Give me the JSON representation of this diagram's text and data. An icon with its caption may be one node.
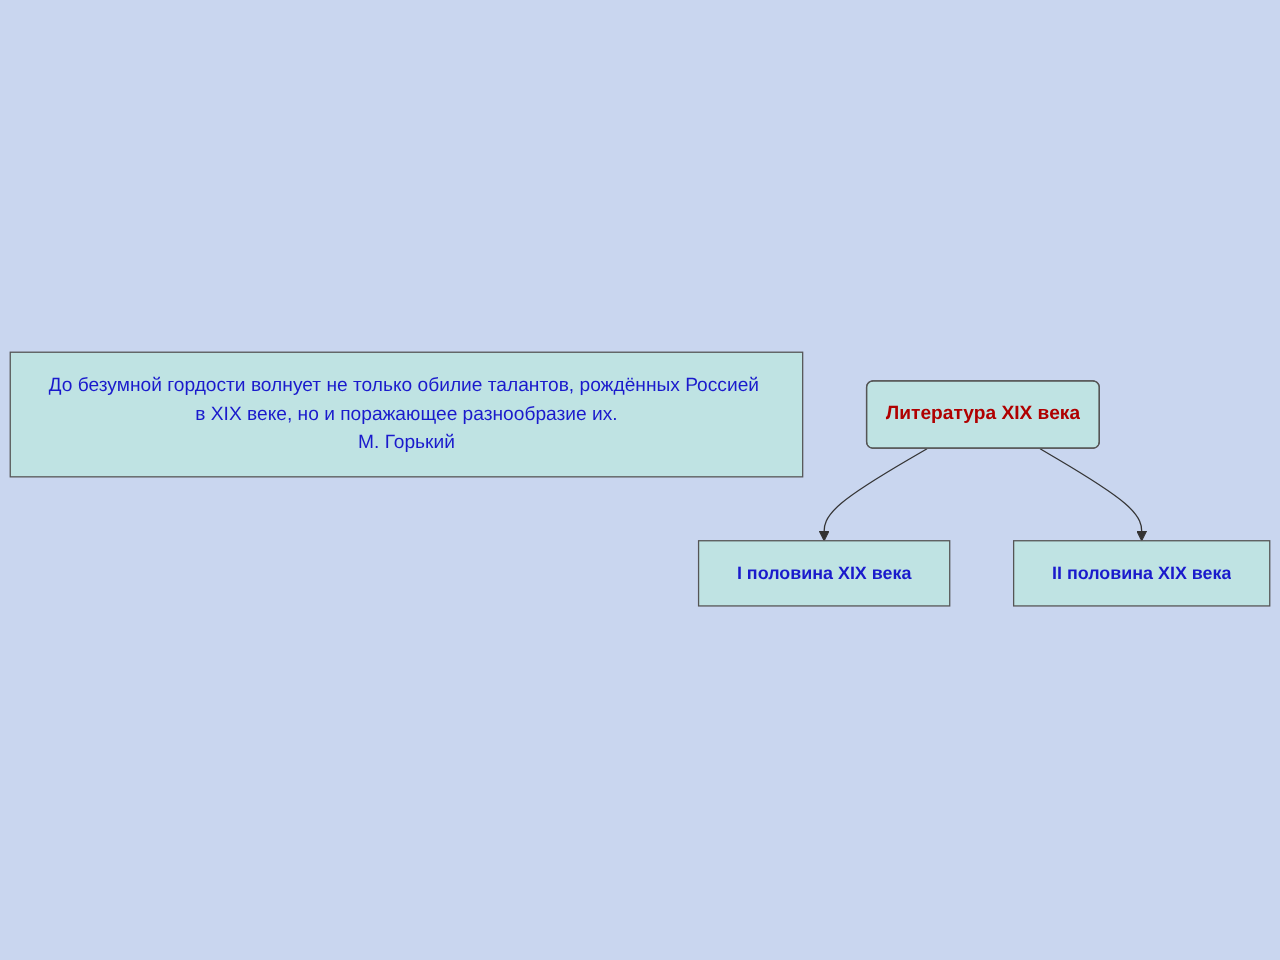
{
  "diagram": {
    "nodes": [
      {
        "text": [
          "До безумной гордости волнует не только обилие талантов, рождённых Россией в XIX веке, но и поражающее разнообразие их.",
          "М. Горький"
        ]
      },
      {
        "text": [
          "Литература XIX века"
        ]
      },
      {
        "text": [
          "I половина XIX века"
        ]
      },
      {
        "text": [
          "II половина XIX века"
        ]
      }
    ],
    "edges": [
      {
        "from": 1,
        "to": 2,
        "arrow": "to"
      },
      {
        "from": 1,
        "to": 3,
        "arrow": "to"
      }
    ]
  }
}
